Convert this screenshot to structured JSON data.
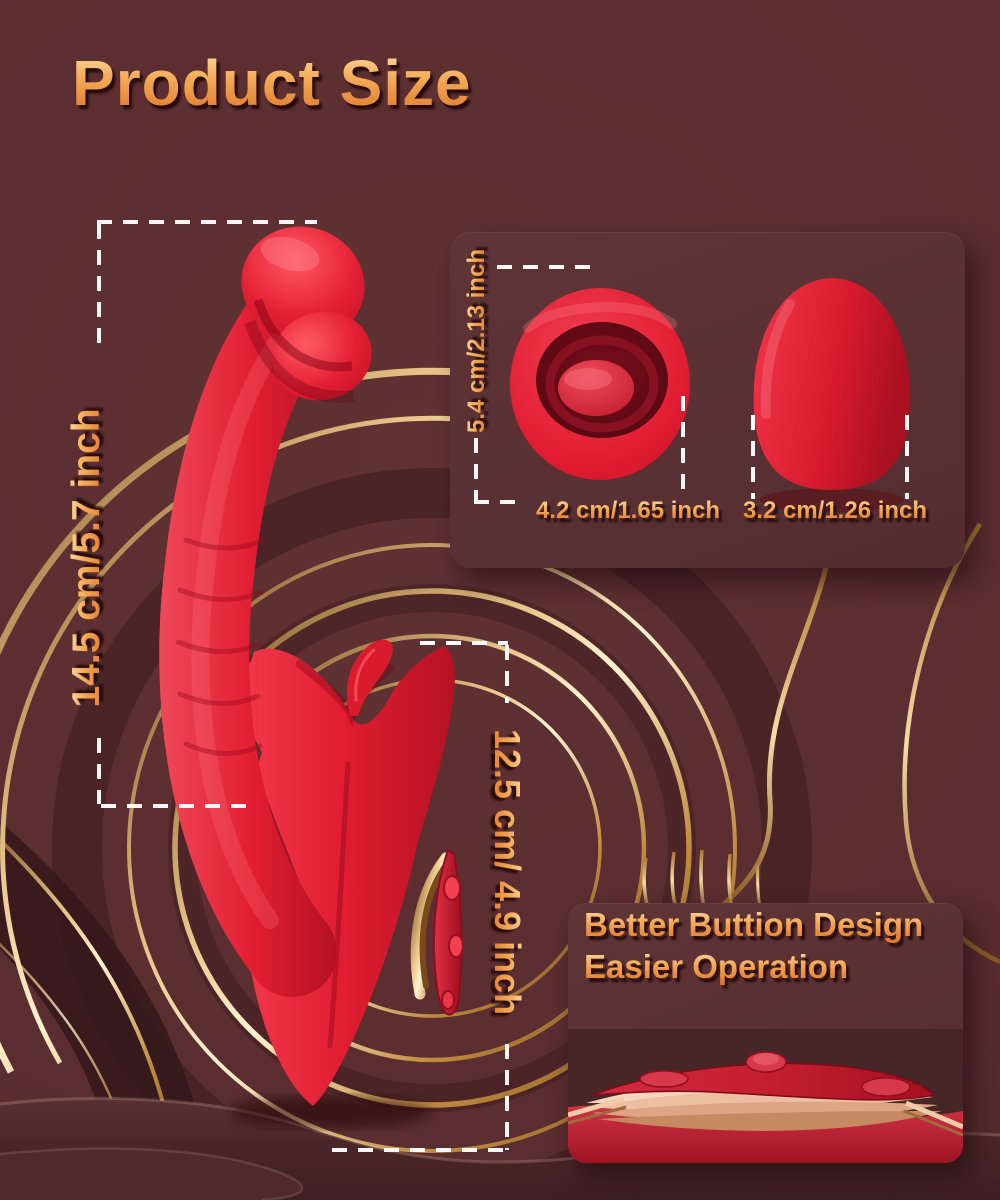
{
  "page": {
    "title": "Product Size"
  },
  "measurements": {
    "total_length": "14.5 cm/5.7 inch",
    "body_length": "12.5 cm/ 4.9 inch",
    "head_height": "5.4 cm/2.13 inch",
    "head_width": "4.2 cm/1.65 inch",
    "tip_width": "3.2 cm/1.26 inch"
  },
  "feature_panel": {
    "line1": "Better Buttion Design",
    "line2": "Easier Operation"
  },
  "colors": {
    "background": "#5c2d30",
    "panel": "#5b3134",
    "accent_text_top": "#fcd9a6",
    "accent_text_bottom": "#dd7026",
    "product_red": "#e21d31",
    "gold": "#e6bc7e",
    "dimension_line": "#ffffff"
  }
}
